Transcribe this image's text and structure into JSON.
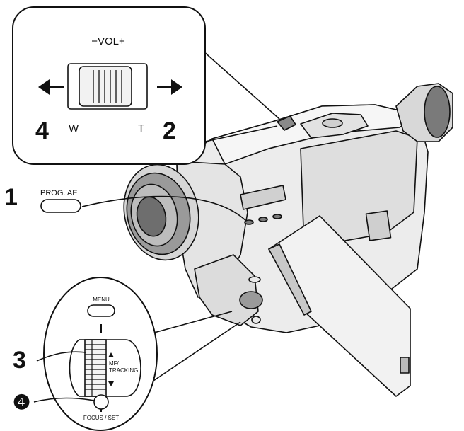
{
  "volume_callout": {
    "title": "−VOL+",
    "left_step": "4",
    "left_letter": "W",
    "right_letter": "T",
    "right_step": "2"
  },
  "prog_ae_callout": {
    "step": "1",
    "label": "PROG. AE"
  },
  "menu_callout": {
    "menu_label": "MENU",
    "dial_step": "3",
    "dial_label_line1": "MF/",
    "dial_label_line2": "TRACKING",
    "focus_step": "❹",
    "focus_label": "FOCUS / SET"
  },
  "colors": {
    "line": "#111111",
    "body": "#ececec",
    "body_shade": "#cfcfcf",
    "dark": "#6e6e6e"
  }
}
